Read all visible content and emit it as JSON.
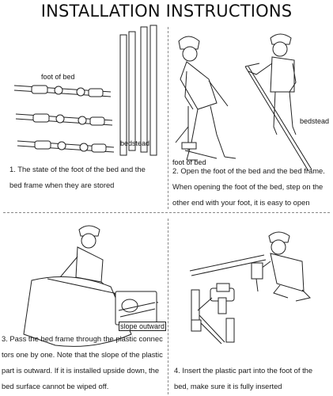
{
  "title": "INSTALLATION INSTRUCTIONS",
  "steps": [
    {
      "labels": [
        "foot of bed",
        "bedstead"
      ],
      "caption_lines": [
        "1. The state of the foot of the bed and the",
        "bed frame when they are stored"
      ]
    },
    {
      "labels": [
        "bedstead",
        "foot of bed"
      ],
      "caption_lines": [
        "2. Open the foot of the bed and the bed frame.",
        "When opening the foot of the bed, step on the",
        "other end with your foot, it is easy to open"
      ]
    },
    {
      "labels": [
        "slope outward"
      ],
      "caption_lines": [
        "3. Pass the bed frame through the plastic connec",
        "tors one by one. Note that the slope of the plastic",
        "part is outward. If it is installed upside down, the",
        "bed surface cannot be wiped off."
      ]
    },
    {
      "labels": [],
      "caption_lines": [
        "4. Insert the plastic part into the foot of the",
        "bed, make sure it is fully inserted"
      ]
    }
  ]
}
